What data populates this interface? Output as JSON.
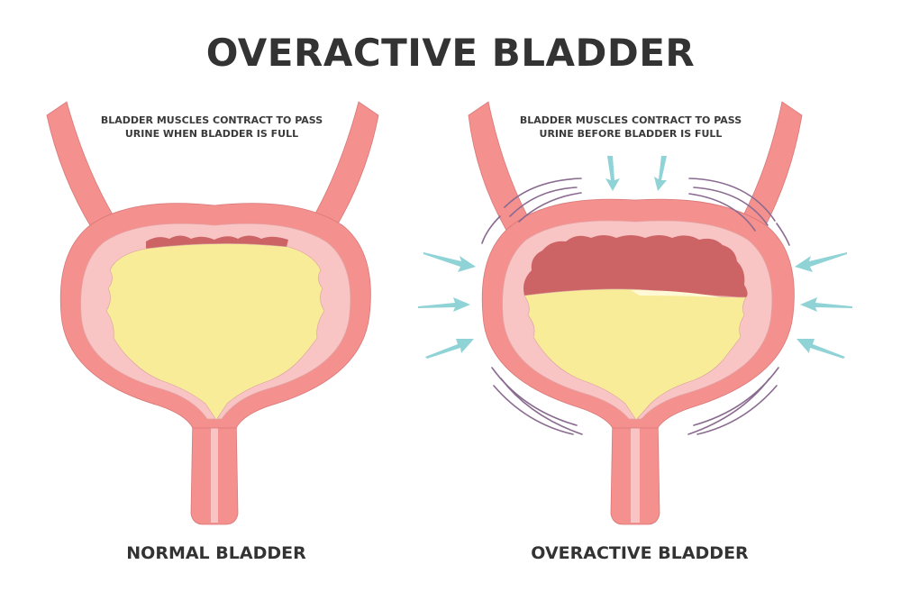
{
  "title": "OVERACTIVE BLADDER",
  "panels": [
    {
      "caption_line1": "BLADDER MUSCLES CONTRACT TO PASS",
      "caption_line2": "URINE WHEN BLADDER IS FULL",
      "label": "NORMAL BLADDER"
    },
    {
      "caption_line1": "BLADDER MUSCLES CONTRACT TO PASS",
      "caption_line2": "URINE BEFORE BLADDER IS FULL",
      "label": "OVERACTIVE BLADDER"
    }
  ],
  "colors": {
    "wall": "#f4908e",
    "lining": "#f9c4c4",
    "urine": "#f8ec98",
    "contracted_muscle": "#cc6466",
    "arrow": "#8fd3d6",
    "vibration": "#8a6a90",
    "text": "#333333"
  }
}
